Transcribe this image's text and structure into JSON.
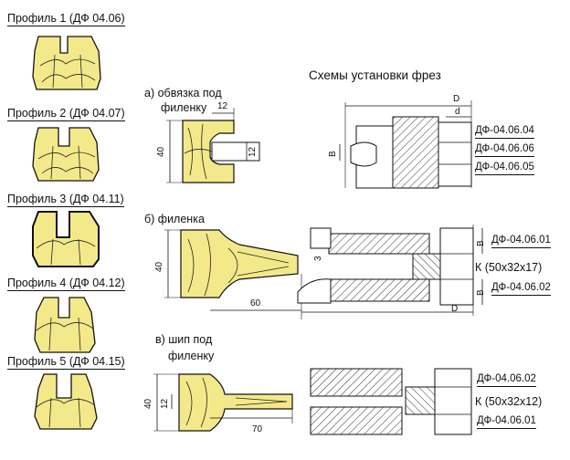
{
  "profiles": [
    {
      "label": "Профиль 1  (ДФ 04.06)"
    },
    {
      "label": "Профиль 2  (ДФ 04.07)"
    },
    {
      "label": "Профиль 3  (ДФ 04.11)"
    },
    {
      "label": "Профиль 4  (ДФ 04.12)"
    },
    {
      "label": "Профиль 5  (ДФ 04.15)"
    }
  ],
  "schemes_title": "Схемы установки фрез",
  "section_a": {
    "title_line1": "а) обвязка под",
    "title_line2": "филенку",
    "dim_12_top": "12",
    "dim_12_side": "12",
    "dim_40": "40",
    "dim_B": "В",
    "dim_D": "D",
    "dim_d": "d",
    "parts": [
      "ДФ-04.06.04",
      "ДФ-04.06.06",
      "ДФ-04.06.05"
    ]
  },
  "section_b": {
    "title": "б) филенка",
    "dim_40": "40",
    "dim_60": "60",
    "dim_3": "3",
    "dim_B_top": "В",
    "dim_B_bottom": "В",
    "dim_D": "D",
    "part_top": "ДФ-04.06.01",
    "ring": "К (50х32х17)",
    "part_bottom": "ДФ-04.06.02"
  },
  "section_c": {
    "title_line1": "в) шип под",
    "title_line2": "филенку",
    "dim_40": "40",
    "dim_12": "12",
    "dim_70": "70",
    "part_top": "ДФ-04.06.02",
    "ring": "К (50х32х12)",
    "part_bottom": "ДФ-04.06.01"
  },
  "colors": {
    "wood": "#f4e98a",
    "tool": "#f2e27c",
    "line": "#111111",
    "hatch": "#333333"
  }
}
